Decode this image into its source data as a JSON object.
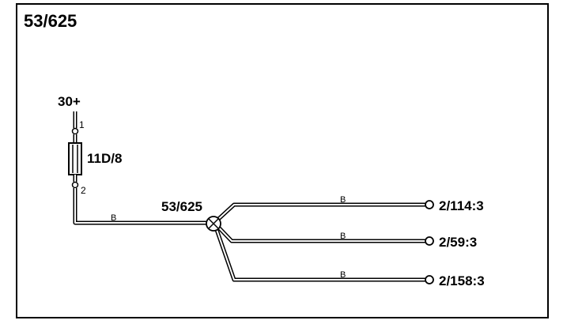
{
  "title": "53/625",
  "supply": {
    "label": "30+"
  },
  "fuse": {
    "label": "11D/8",
    "pin_top": "1",
    "pin_bottom": "2"
  },
  "splice": {
    "label": "53/625"
  },
  "wires": {
    "feed_color": "B",
    "branches": [
      {
        "color": "B",
        "destination": "2/114:3"
      },
      {
        "color": "B",
        "destination": "2/59:3"
      },
      {
        "color": "B",
        "destination": "2/158:3"
      }
    ]
  }
}
